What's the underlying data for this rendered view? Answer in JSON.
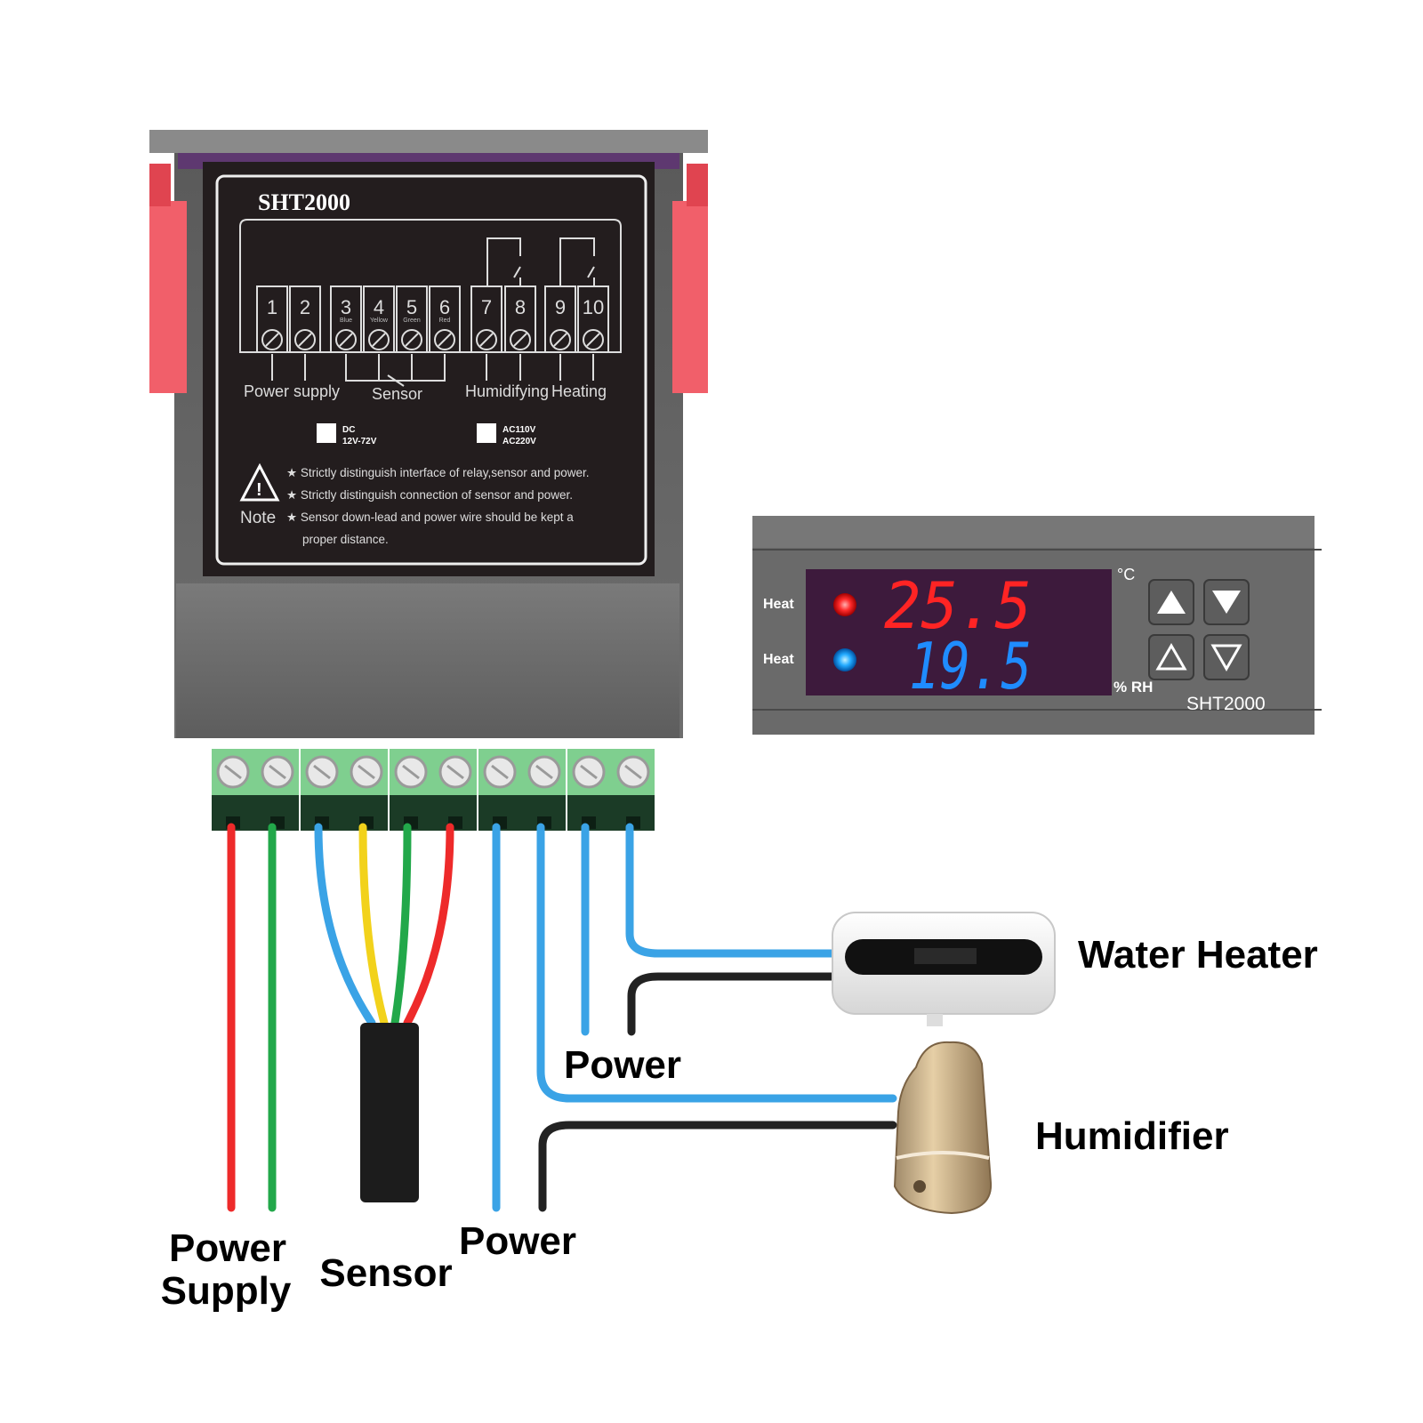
{
  "controller_back": {
    "model": "SHT2000",
    "terminals": [
      {
        "num": "1",
        "sub": ""
      },
      {
        "num": "2",
        "sub": ""
      },
      {
        "num": "3",
        "sub": "Blue"
      },
      {
        "num": "4",
        "sub": "Yellow"
      },
      {
        "num": "5",
        "sub": "Green"
      },
      {
        "num": "6",
        "sub": "Red"
      },
      {
        "num": "7",
        "sub": ""
      },
      {
        "num": "8",
        "sub": ""
      },
      {
        "num": "9",
        "sub": ""
      },
      {
        "num": "10",
        "sub": ""
      }
    ],
    "group_labels": {
      "power_supply": "Power supply",
      "sensor": "Sensor",
      "humidifying": "Humidifying",
      "heating": "Heating"
    },
    "voltage_dc": {
      "line1": "DC",
      "line2": "12V-72V"
    },
    "voltage_ac": {
      "line1": "AC110V",
      "line2": "AC220V"
    },
    "note_label": "Note",
    "notes": [
      "★ Strictly distinguish interface of relay,sensor and power.",
      "★ Strictly distinguish connection of sensor and power.",
      "★ Sensor down-lead and power wire should be kept a",
      "proper distance."
    ]
  },
  "controller_front": {
    "model": "SHT2000",
    "label_top": "Heat",
    "label_bottom": "Heat",
    "temperature": "25.5",
    "humidity": "19.5",
    "unit_top": "°C",
    "unit_bottom": "% RH",
    "led_top_color": "#ff2b2b",
    "led_bottom_color": "#22aaff"
  },
  "labels": {
    "power_supply": [
      "Power",
      "Supply"
    ],
    "sensor": "Sensor",
    "power_left": "Power",
    "power_mid": "Power",
    "water_heater": "Water Heater",
    "humidifier": "Humidifier"
  },
  "colors": {
    "red_wire": "#ee2a2a",
    "green_wire": "#22a84a",
    "blue_wire": "#3aa3e6",
    "yellow_wire": "#f2d21b",
    "black_wire": "#222222",
    "terminal_green": "#7fcf8f",
    "display_red": "#ff2424",
    "display_blue": "#1f8cff"
  }
}
